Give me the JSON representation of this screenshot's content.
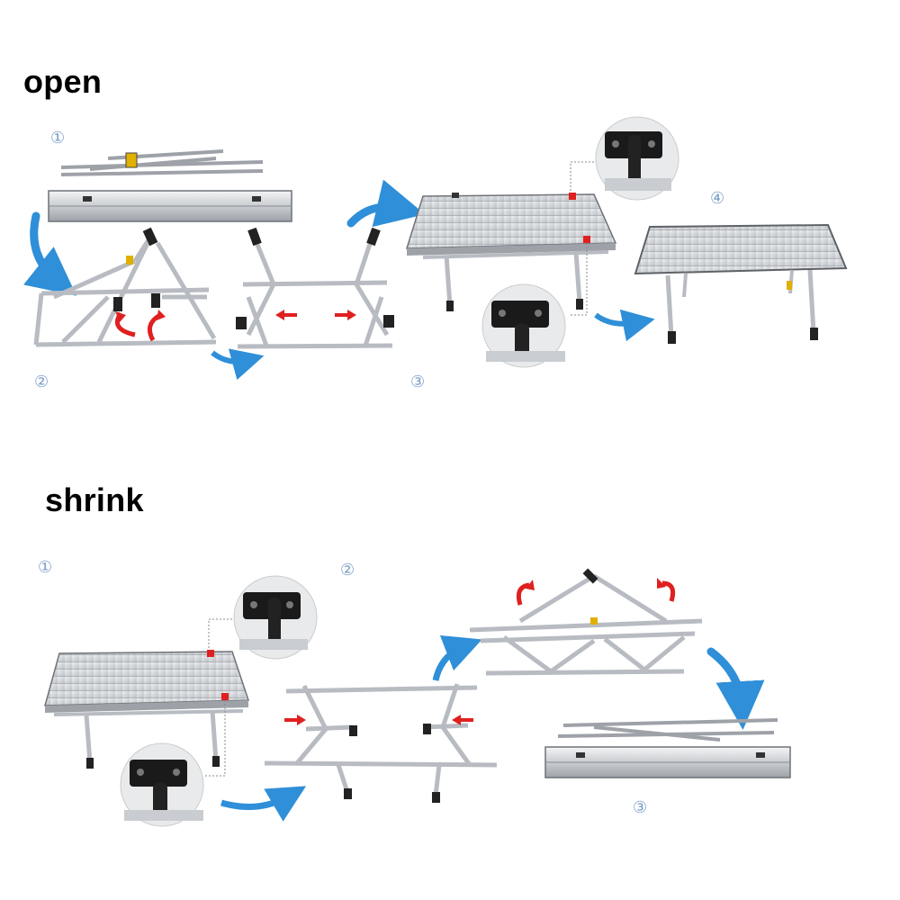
{
  "sections": {
    "open": {
      "title": "open",
      "steps": [
        "①",
        "②",
        "③",
        "④"
      ]
    },
    "shrink": {
      "title": "shrink",
      "steps": [
        "①",
        "②",
        "③"
      ]
    }
  },
  "colors": {
    "flow_arrow": "#2f8fd8",
    "action_arrow": "#e02020",
    "step_number": "#7a9ec8",
    "frame": "#b8bcc2",
    "frame_dark": "#8a8e94",
    "tabletop": "#d9dcdf",
    "tabletop_edge": "#6e7278",
    "knob": "#1a1a1a",
    "callout_bg": "#e8eaec"
  },
  "icons": [
    "curved-flow-arrow-icon",
    "push-arrow-icon",
    "rotate-arrow-icon",
    "knob-detail-callout"
  ]
}
